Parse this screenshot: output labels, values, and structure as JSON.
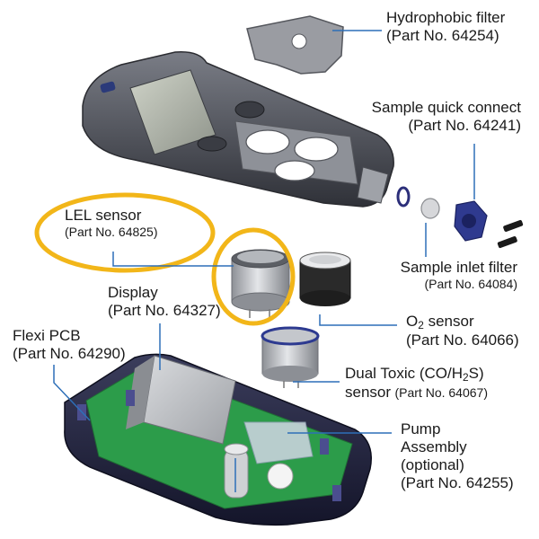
{
  "labels": {
    "hydrophobic_filter": {
      "name": "Hydrophobic filter",
      "part": "(Part No. 64254)"
    },
    "sample_quick_connect": {
      "name": "Sample quick connect",
      "part": "(Part No. 64241)"
    },
    "lel_sensor": {
      "name": "LEL sensor",
      "part": "(Part No. 64825)"
    },
    "sample_inlet_filter": {
      "name": "Sample inlet filter",
      "part": "(Part No. 64084)"
    },
    "display": {
      "name": "Display",
      "part": "(Part No. 64327)"
    },
    "o2_sensor": {
      "name_pre": "O",
      "name_sub": "2",
      "name_post": " sensor",
      "part": "(Part No. 64066)"
    },
    "flexi_pcb": {
      "name": "Flexi PCB",
      "part": "(Part No. 64290)"
    },
    "dual_toxic": {
      "name_pre": "Dual Toxic (CO/H",
      "name_sub": "2",
      "name_post": "S)",
      "line2": "sensor",
      "part": "(Part No. 64067)"
    },
    "pump_assembly": {
      "line1": "Pump",
      "line2": "Assembly",
      "line3": "(optional)",
      "part": "(Part No. 64255)"
    }
  },
  "colors": {
    "highlight": "#f2b619",
    "leader": "#2d6fb8",
    "housing": "#4a4c55",
    "base": "#23243a",
    "pcb": "#2c9c4a"
  }
}
